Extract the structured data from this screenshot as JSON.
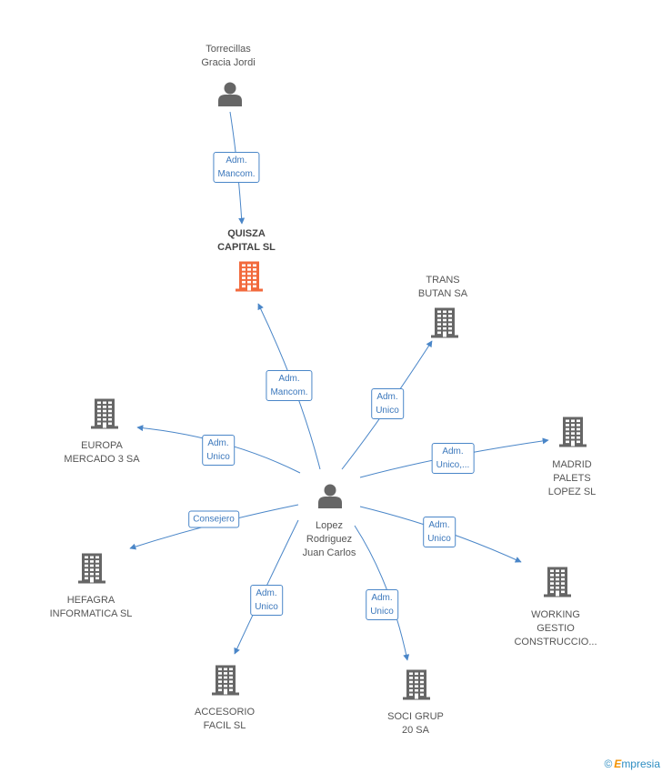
{
  "diagram": {
    "nodes": [
      {
        "id": "torrecillas",
        "kind": "person",
        "label": "Torrecillas\nGracia Jordi",
        "color": "#666666"
      },
      {
        "id": "quisza",
        "kind": "company",
        "label": "QUISZA\nCAPITAL SL",
        "color": "#f26a3d",
        "highlight": true
      },
      {
        "id": "trans",
        "kind": "company",
        "label": "TRANS\nBUTAN SA",
        "color": "#666666"
      },
      {
        "id": "europa",
        "kind": "company",
        "label": "EUROPA\nMERCADO 3 SA",
        "color": "#666666"
      },
      {
        "id": "madrid",
        "kind": "company",
        "label": "MADRID\nPALETS\nLOPEZ  SL",
        "color": "#666666"
      },
      {
        "id": "lopez",
        "kind": "person",
        "label": "Lopez\nRodriguez\nJuan Carlos",
        "color": "#666666"
      },
      {
        "id": "hefagra",
        "kind": "company",
        "label": "HEFAGRA\nINFORMATICA SL",
        "color": "#666666"
      },
      {
        "id": "working",
        "kind": "company",
        "label": "WORKING\nGESTIO\nCONSTRUCCIO...",
        "color": "#666666"
      },
      {
        "id": "accesorio",
        "kind": "company",
        "label": "ACCESORIO\nFACIL SL",
        "color": "#666666"
      },
      {
        "id": "soci",
        "kind": "company",
        "label": "SOCI GRUP\n20 SA",
        "color": "#666666"
      }
    ],
    "edges": [
      {
        "from": "torrecillas",
        "to": "quisza",
        "label": "Adm.\nMancom."
      },
      {
        "from": "lopez",
        "to": "quisza",
        "label": "Adm.\nMancom."
      },
      {
        "from": "lopez",
        "to": "trans",
        "label": "Adm.\nUnico"
      },
      {
        "from": "lopez",
        "to": "europa",
        "label": "Adm.\nUnico"
      },
      {
        "from": "lopez",
        "to": "madrid",
        "label": "Adm.\nUnico,..."
      },
      {
        "from": "lopez",
        "to": "hefagra",
        "label": "Consejero"
      },
      {
        "from": "lopez",
        "to": "working",
        "label": "Adm.\nUnico"
      },
      {
        "from": "lopez",
        "to": "accesorio",
        "label": "Adm.\nUnico"
      },
      {
        "from": "lopez",
        "to": "soci",
        "label": "Adm.\nUnico"
      }
    ],
    "edge_color": "#4a86c8"
  },
  "footer": {
    "copyright_symbol": "©",
    "brand_initial": "E",
    "brand_rest": "mpresia"
  }
}
